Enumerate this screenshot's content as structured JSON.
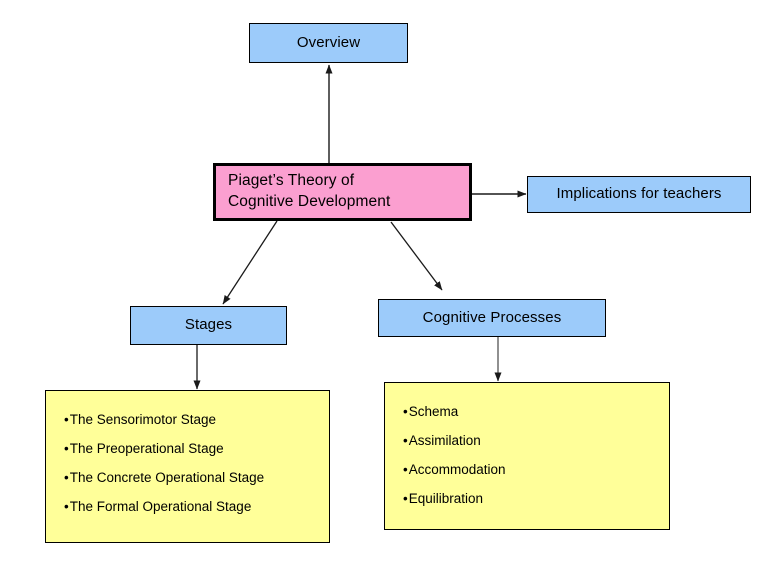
{
  "diagram": {
    "title": "Piaget's Theory of Cognitive Development concept map",
    "background_color": "#ffffff",
    "palette": {
      "root_fill": "#fb9fd0",
      "branch_fill": "#9ccbfa",
      "list_fill": "#ffff99",
      "stroke": "#000000",
      "text": "#000000"
    }
  },
  "nodes": {
    "root": {
      "label": "Piaget’s Theory of\nCognitive Development",
      "fill": "#fb9fd0"
    },
    "overview": {
      "label": "Overview",
      "fill": "#9ccbfa"
    },
    "implications": {
      "label": "Implications for teachers",
      "fill": "#9ccbfa"
    },
    "stages": {
      "label": "Stages",
      "fill": "#9ccbfa"
    },
    "processes": {
      "label": "Cognitive Processes",
      "fill": "#9ccbfa"
    }
  },
  "lists": {
    "stages": {
      "fill": "#ffff99",
      "items": [
        "The Sensorimotor Stage",
        "The Preoperational Stage",
        "The Concrete Operational Stage",
        "The Formal Operational Stage"
      ]
    },
    "processes": {
      "fill": "#ffff99",
      "items": [
        "Schema",
        "Assimilation",
        "Accommodation",
        "Equilibration"
      ]
    }
  },
  "edges": [
    {
      "from": "root",
      "to": "overview",
      "style": "arrow-up"
    },
    {
      "from": "root",
      "to": "implications",
      "style": "arrow-right"
    },
    {
      "from": "root",
      "to": "stages",
      "style": "arrow-diagonal-down-left"
    },
    {
      "from": "root",
      "to": "processes",
      "style": "arrow-diagonal-down-right"
    },
    {
      "from": "stages",
      "to": "stages-list",
      "style": "arrow-down"
    },
    {
      "from": "processes",
      "to": "processes-list",
      "style": "arrow-down"
    }
  ]
}
